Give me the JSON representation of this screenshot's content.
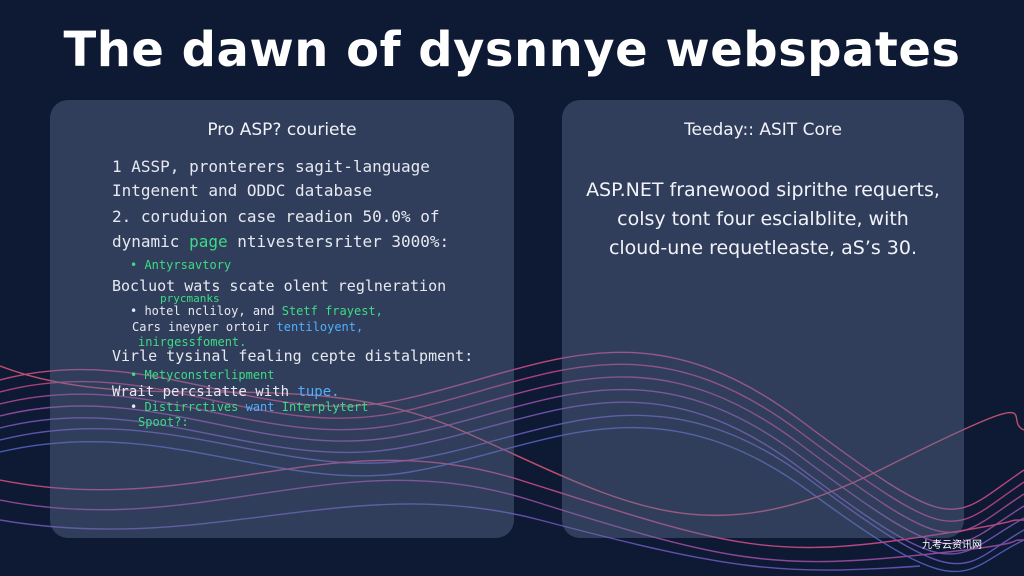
{
  "title": "The dawn of dysnnye webspates",
  "left_panel": {
    "heading": "Pro ASP? couriete",
    "lines": [
      "1 ASSP, pronterers sagit-language",
      "Intgenent and ODDC database",
      "2. coruduion case readion 50.0% of",
      "dynamic",
      "page",
      "ntivestersriter 3000%:",
      "Antyrsavtory",
      "Bocluot wats scate olent reglneration",
      "prycmanks",
      "hotel ncliloy, and",
      "Stetf frayest,",
      "Cars ineyper ortoir",
      "tentiloyent,",
      "inirgessfoment.",
      "Virle tysinal fealing cepte distalpment:",
      "Metyconsterlipment",
      "Wrait percsiatte with",
      "tupe.",
      "Distirrctives",
      "want",
      "Interplytert",
      "Spoot?:"
    ]
  },
  "right_panel": {
    "heading": "Teeday:: ASIT Core",
    "body_lines": [
      "ASP.NET franewood siprithe requerts,",
      "colsy tont four escialblite, with",
      "cloud-une requetleaste, aS’s 30."
    ]
  },
  "watermark": "九考云资讯网",
  "colors": {
    "background": "#0e1a33",
    "panel": "#5a6890",
    "code_green": "#3ddc84",
    "code_blue": "#4fb0ff",
    "wave_pink": "#d94f8c",
    "wave_purple": "#7a5bbf"
  }
}
